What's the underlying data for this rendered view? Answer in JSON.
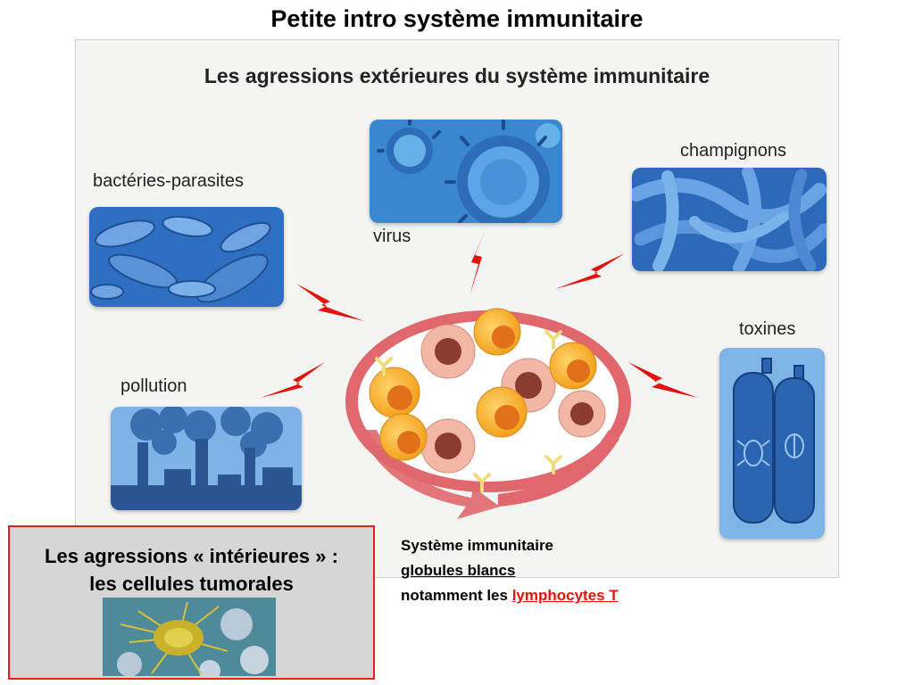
{
  "slide_title": "Petite intro système immunitaire",
  "panel_title": "Les agressions extérieures du système immunitaire",
  "labels": {
    "bacteria": "bactéries-parasites",
    "virus": "virus",
    "fungi": "champignons",
    "pollution": "pollution",
    "toxins": "toxines"
  },
  "caption": {
    "line1": "Système immunitaire",
    "line2": "globules blancs",
    "line3_prefix": "notamment les ",
    "line3_highlight": "lymphocytes T"
  },
  "inner_box": {
    "line1": "Les agressions « intérieures » :",
    "line2": "les cellules tumorales"
  },
  "colors": {
    "bolt": "#e3120b",
    "highlight": "#e3120b",
    "box_border": "#e2211c",
    "tile_blue": "#3a78c9"
  }
}
